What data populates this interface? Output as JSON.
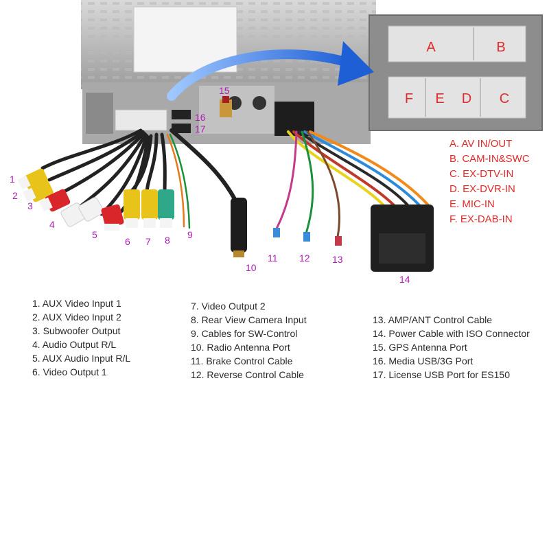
{
  "callouts": [
    "1",
    "2",
    "3",
    "4",
    "5",
    "6",
    "7",
    "8",
    "9",
    "10",
    "11",
    "12",
    "13",
    "14",
    "15",
    "16",
    "17"
  ],
  "connector_letters": [
    "A",
    "B",
    "F",
    "E",
    "D",
    "C"
  ],
  "connector_legend": [
    "A. AV IN/OUT",
    "B. CAM-IN&SWC",
    "C. EX-DTV-IN",
    "D. EX-DVR-IN",
    "E. MIC-IN",
    "F. EX-DAB-IN"
  ],
  "legend": {
    "col1": [
      "1. AUX Video Input 1",
      "2. AUX Video Input 2",
      "3. Subwoofer Output",
      "4. Audio Output R/L",
      "5. AUX Audio Input R/L",
      "6. Video Output 1"
    ],
    "col2": [
      "7. Video Output 2",
      "8. Rear View Camera Input",
      "9. Cables for SW-Control",
      "10. Radio Antenna Port",
      "11. Brake Control Cable",
      "12. Reverse Control Cable"
    ],
    "col3": [
      "13. AMP/ANT Control Cable",
      "14. Power Cable with ISO Connector",
      "15. GPS Antenna Port",
      "16. Media USB/3G Port",
      "17. License USB Port for ES150"
    ]
  },
  "colors": {
    "callout": "#b01bb8",
    "connector_text": "#e12a2a",
    "arrow": "#1f5fd6",
    "rca_yellow": "#e8c31a",
    "rca_red": "#d8262b",
    "rca_white": "#f2f2f2",
    "rca_green": "#2fa88a"
  }
}
